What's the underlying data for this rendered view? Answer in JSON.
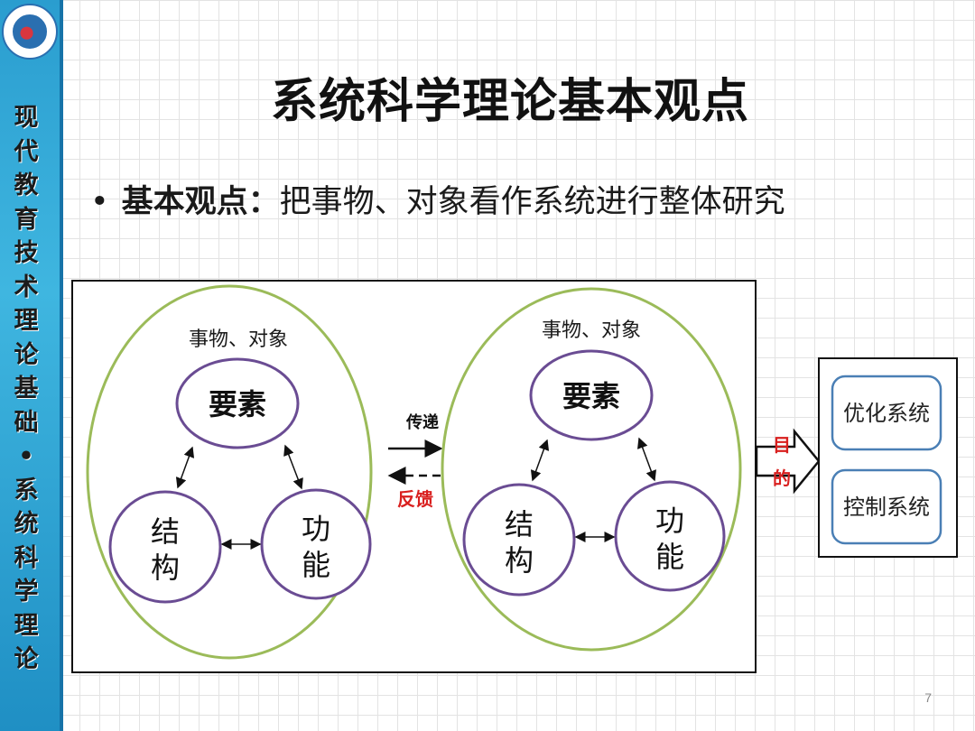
{
  "sidebar": {
    "vertical_title_chars": [
      "现",
      "代",
      "教",
      "育",
      "技",
      "术",
      "理",
      "论",
      "基",
      "础",
      "•",
      "系",
      "统",
      "科",
      "学",
      "理",
      "论"
    ]
  },
  "slide": {
    "title": "系统科学理论基本观点",
    "bullet_marker": "•",
    "bullet_lead": "基本观点：",
    "bullet_text": "把事物、对象看作系统进行整体研究",
    "page_number": "7"
  },
  "diagram": {
    "left_system": {
      "caption": "事物、对象",
      "element": "要素",
      "structure": [
        "结",
        "构"
      ],
      "function": [
        "功",
        "能"
      ]
    },
    "right_system": {
      "caption": "事物、对象",
      "element": "要素",
      "structure": [
        "结",
        "构"
      ],
      "function": [
        "功",
        "能"
      ]
    },
    "transfer_label": "传递",
    "feedback_label": "反馈",
    "purpose_label": [
      "目",
      "的"
    ],
    "goals": [
      "优化系统",
      "控制系统"
    ],
    "colors": {
      "ellipse_outline": "#9bbb59",
      "node_outline": "#6a4c93",
      "goal_outline": "#4a7fb5",
      "feedback_text": "#d9201f"
    }
  }
}
